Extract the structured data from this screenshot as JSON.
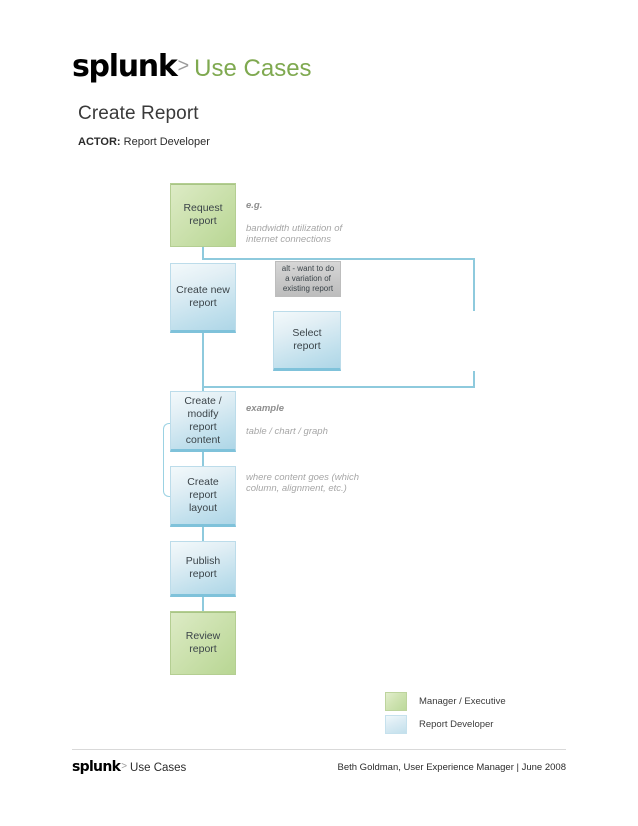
{
  "header": {
    "brand_name": "splunk",
    "brand_chevron": ">",
    "brand_suffix": "Use Cases",
    "page_title": "Create Report",
    "actor_label": "ACTOR:",
    "actor_value": "Report Developer"
  },
  "flow": {
    "nodes": [
      {
        "id": "request-report",
        "label": "Request\nreport",
        "role": "Manager / Executive",
        "color": "#cfe3b2"
      },
      {
        "id": "create-new-report",
        "label": "Create new\nreport",
        "role": "Report Developer",
        "color": "#cfe5ef"
      },
      {
        "id": "alt-note",
        "label": "alt - want to do\na variation of\nexisting report",
        "role": "note",
        "color": "#c9c9c9"
      },
      {
        "id": "select-report",
        "label": "Select\nreport",
        "role": "Report Developer",
        "color": "#cfe5ef"
      },
      {
        "id": "create-modify-content",
        "label": "Create  /\nmodify\nreport\ncontent",
        "role": "Report Developer",
        "color": "#cfe5ef"
      },
      {
        "id": "create-report-layout",
        "label": "Create\nreport\nlayout",
        "role": "Report Developer",
        "color": "#cfe5ef"
      },
      {
        "id": "publish-report",
        "label": "Publish\nreport",
        "role": "Report Developer",
        "color": "#cfe5ef"
      },
      {
        "id": "review-report",
        "label": "Review\nreport",
        "role": "Manager / Executive",
        "color": "#cfe3b2"
      }
    ],
    "annotations": [
      {
        "id": "anno-request",
        "strong": "e.g.",
        "text": "bandwidth utilization of\ninternet connections"
      },
      {
        "id": "anno-content",
        "strong": "example",
        "text": "table / chart / graph"
      },
      {
        "id": "anno-layout",
        "strong": "",
        "text": "where content goes (which\ncolumn, alignment, etc.)"
      }
    ]
  },
  "legend": {
    "items": [
      {
        "label": "Manager / Executive",
        "color": "#cfe3b2"
      },
      {
        "label": "Report Developer",
        "color": "#cfe5ef"
      }
    ]
  },
  "footer": {
    "brand_name": "splunk",
    "brand_chevron": ">",
    "brand_suffix": "Use Cases",
    "credit": "Beth Goldman, User Experience Manager | June 2008"
  }
}
